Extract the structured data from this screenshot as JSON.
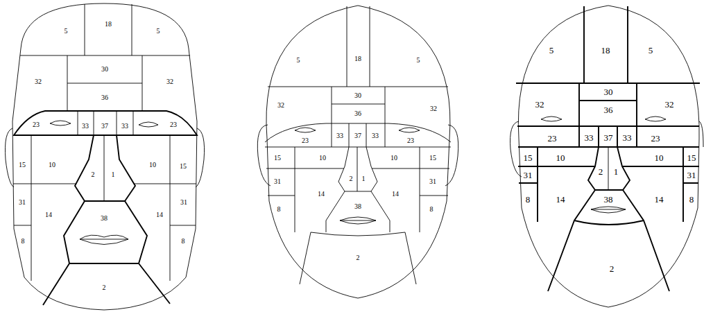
{
  "diagram": {
    "labels": [
      "5",
      "18",
      "5",
      "32",
      "30",
      "32",
      "36",
      "23",
      "33",
      "37",
      "33",
      "23",
      "15",
      "10",
      "2",
      "1",
      "10",
      "15",
      "31",
      "14",
      "38",
      "14",
      "31",
      "8",
      "8",
      "2",
      "5",
      "18",
      "5",
      "32",
      "30",
      "36",
      "32",
      "23",
      "33",
      "37",
      "33",
      "23",
      "15",
      "10",
      "10",
      "15",
      "31",
      "2",
      "1",
      "14",
      "14",
      "31",
      "8",
      "38",
      "8",
      "2",
      "5",
      "18",
      "5",
      "32",
      "30",
      "36",
      "32",
      "23",
      "33",
      "37",
      "33",
      "23",
      "15",
      "10",
      "10",
      "15",
      "2",
      "1",
      "31",
      "31",
      "8",
      "14",
      "38",
      "14",
      "8",
      "2"
    ]
  }
}
